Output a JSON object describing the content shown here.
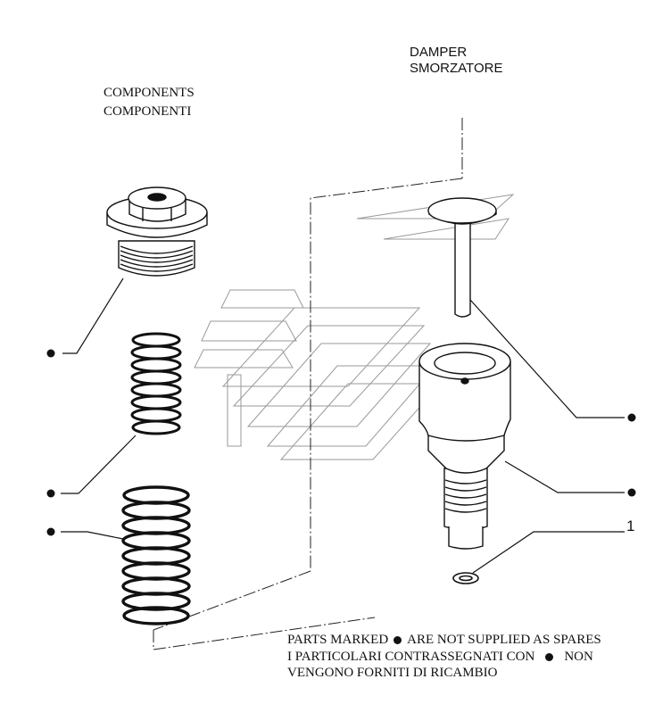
{
  "labels": {
    "components_en": "COMPONENTS",
    "components_it": "COMPONENTI",
    "damper_en": "DAMPER",
    "damper_it": "SMORZATORE",
    "callout_number": "1"
  },
  "note": {
    "line1_pre": "PARTS MARKED",
    "line1_post": "ARE NOT SUPPLIED AS SPARES",
    "line2_pre": "I PARTICOLARI CONTRASSEGNATI CON",
    "line2_post": "NON",
    "line3": "VENGONO FORNITI DI RICAMBIO"
  }
}
